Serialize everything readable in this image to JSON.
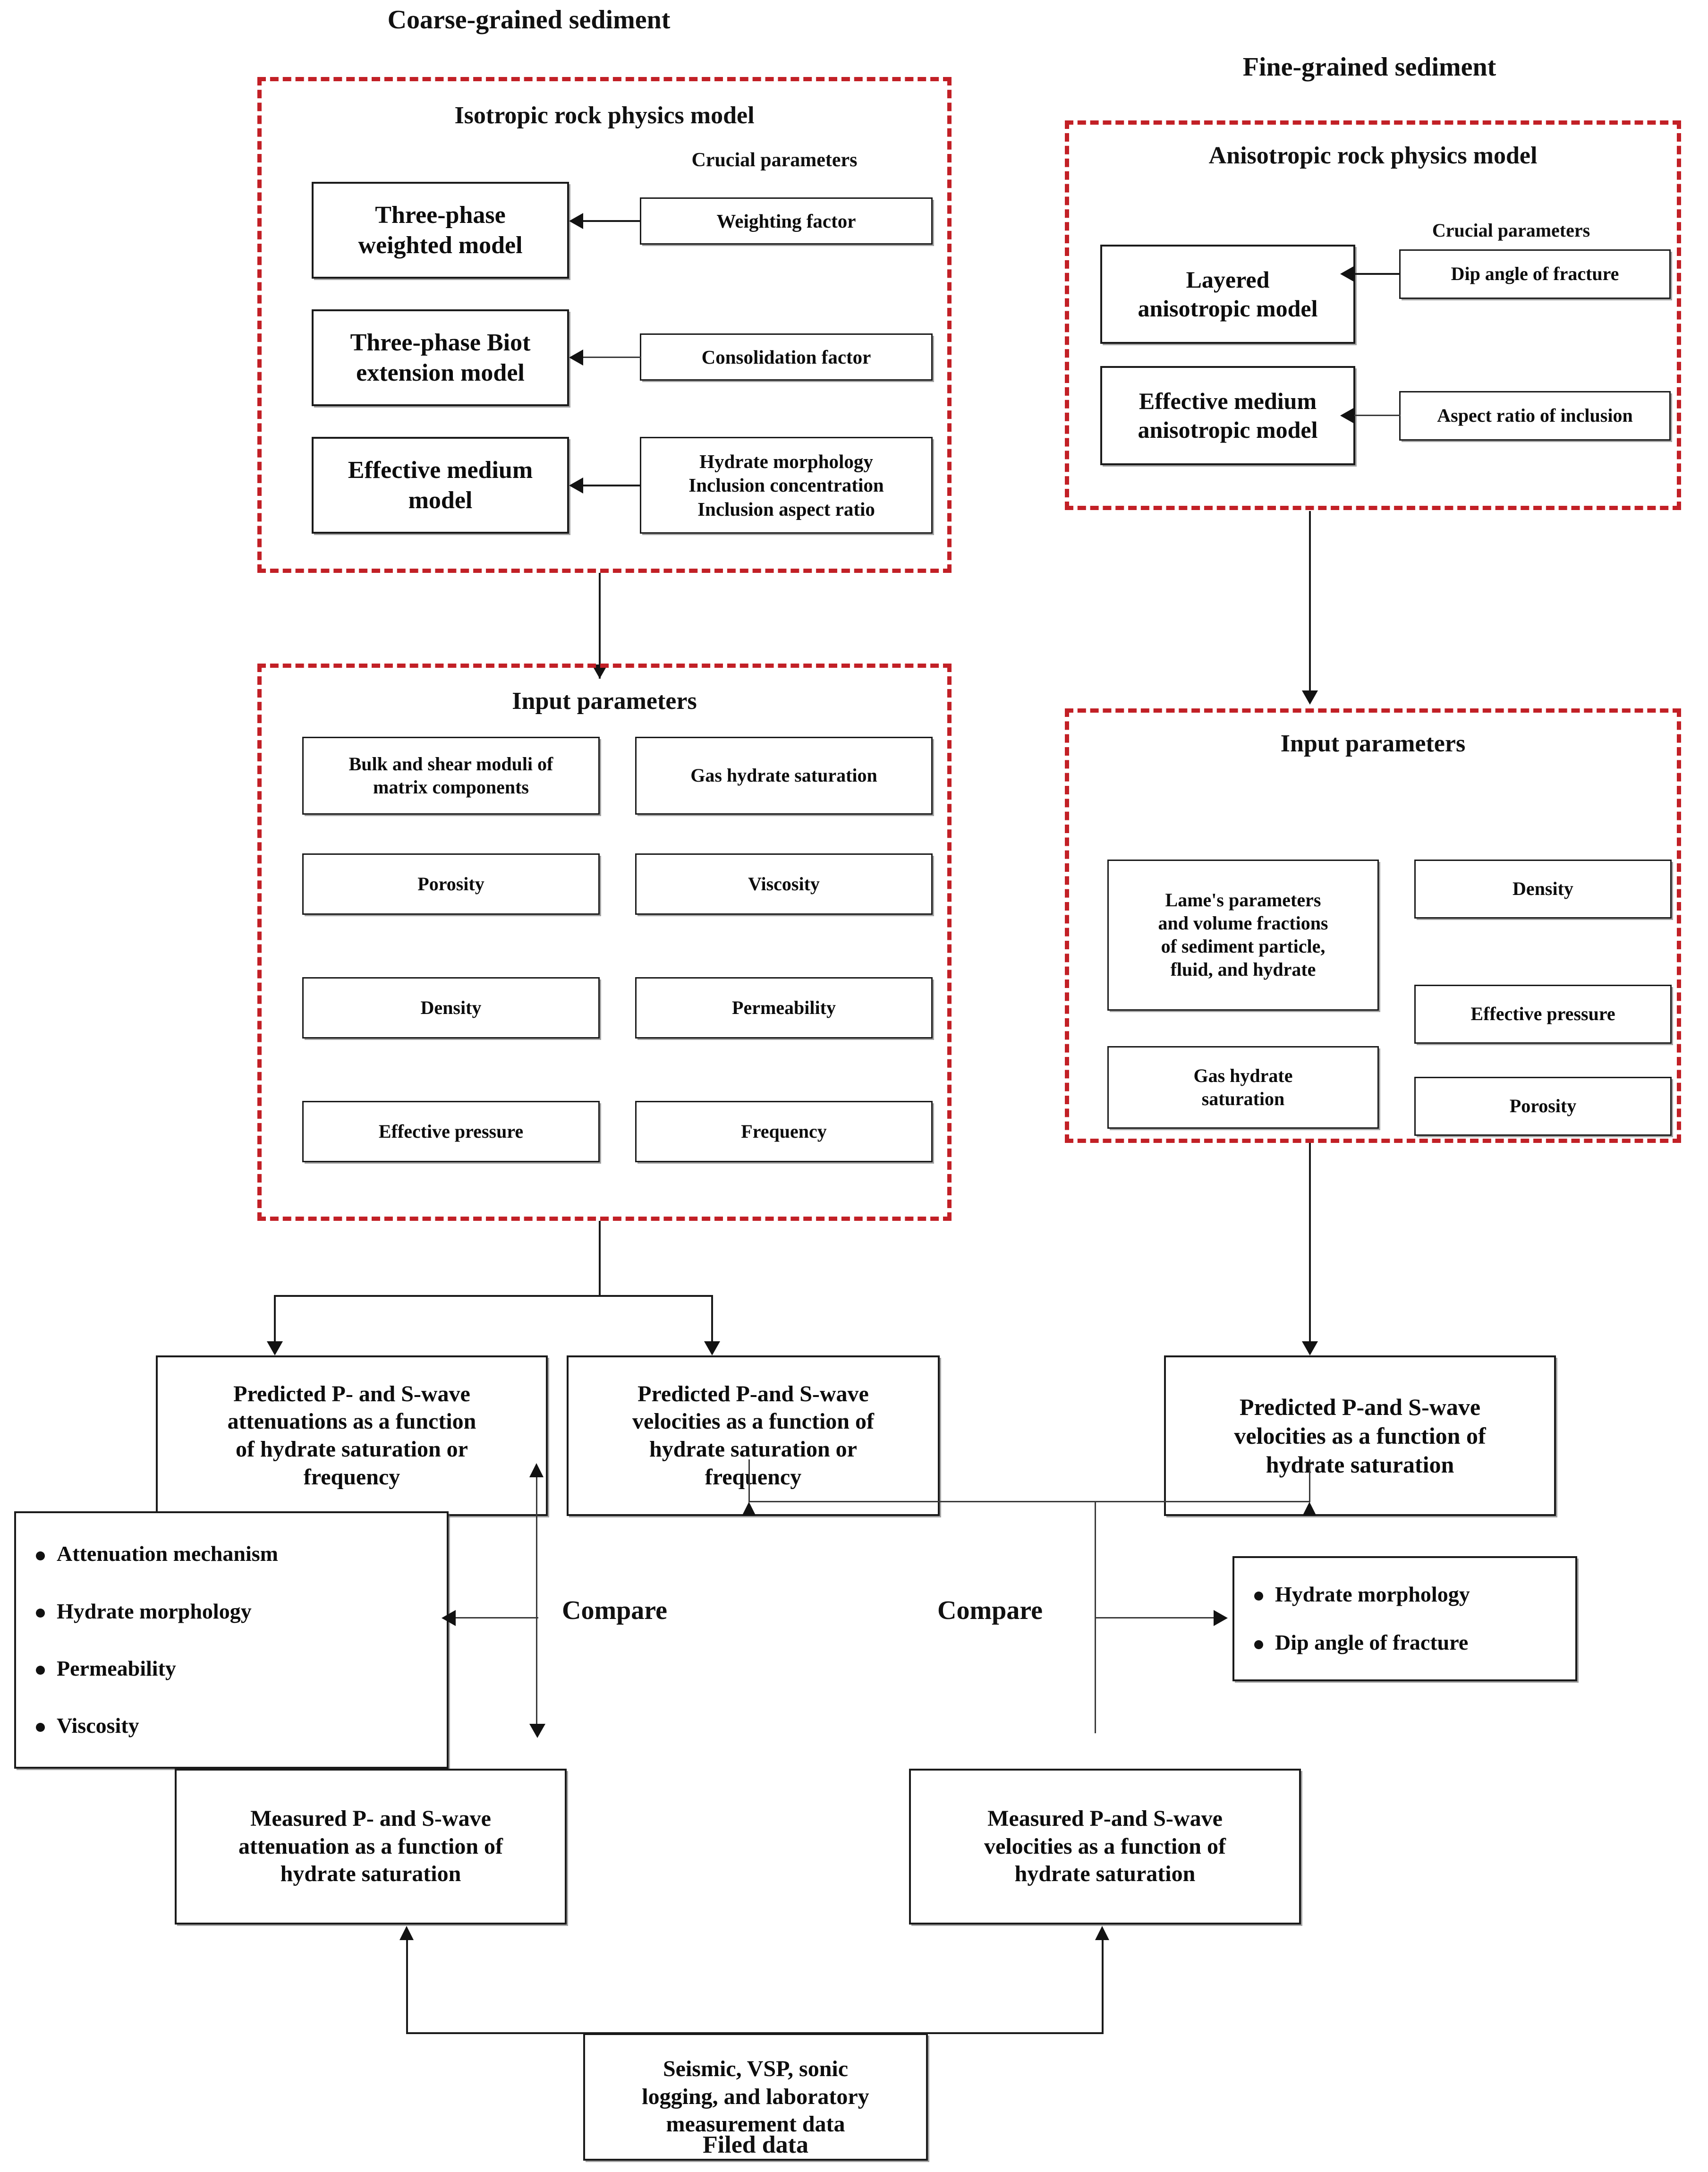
{
  "diagram": {
    "title_left": "Coarse-grained sediment",
    "title_right": "Fine-grained sediment",
    "footer_label": "Filed data"
  },
  "coarse": {
    "model_group_title": "Isotropic rock physics model",
    "crucial_parameters_label": "Crucial parameters",
    "models": [
      {
        "label": "Three-phase\nweighted model",
        "param": "Weighting factor"
      },
      {
        "label": "Three-phase Biot\nextension model",
        "param": "Consolidation factor"
      },
      {
        "label": "Effective medium\nmodel",
        "param": "Hydrate morphology\nInclusion concentration\nInclusion aspect ratio"
      }
    ],
    "input_group_title": "Input parameters",
    "inputs": [
      "Bulk and shear moduli of\nmatrix components",
      "Gas hydrate saturation",
      "Porosity",
      "Viscosity",
      "Density",
      "Permeability",
      "Effective pressure",
      "Frequency"
    ]
  },
  "fine": {
    "model_group_title": "Anisotropic rock physics model",
    "crucial_parameters_label": "Crucial parameters",
    "models": [
      {
        "label": "Layered\nanisotropic model",
        "param": "Dip angle of fracture"
      },
      {
        "label": "Effective medium\nanisotropic model",
        "param": "Aspect ratio of inclusion"
      }
    ],
    "input_group_title": "Input parameters",
    "inputs": [
      "Lame's parameters\nand volume fractions\nof sediment particle,\nfluid, and hydrate",
      "Density",
      "Gas hydrate\nsaturation",
      "Effective pressure",
      "Porosity"
    ]
  },
  "outputs": {
    "predicted_attenuation": "Predicted P- and S-wave\nattenuations as a function\nof hydrate saturation or\nfrequency",
    "predicted_velocity_coarse": "Predicted P-and S-wave\nvelocities as a function of\nhydrate saturation or\nfrequency",
    "predicted_velocity_fine": "Predicted P-and S-wave\nvelocities as a function of\nhydrate saturation",
    "measured_attenuation": "Measured P- and S-wave\nattenuation as a function of\nhydrate saturation",
    "measured_velocity": "Measured P-and S-wave\nvelocities as a function of\nhydrate saturation",
    "field_data": "Seismic, VSP, sonic\nlogging, and laboratory\nmeasurement data"
  },
  "compare": {
    "left_label": "Compare",
    "right_label": "Compare",
    "left_findings": [
      "Attenuation mechanism",
      "Hydrate morphology",
      "Permeability",
      "Viscosity"
    ],
    "right_findings": [
      "Hydrate morphology",
      "Dip angle of fracture"
    ]
  },
  "colors": {
    "group_border": "#c22026",
    "box_border": "#1a1a1a",
    "text": "#0d0d0d"
  }
}
